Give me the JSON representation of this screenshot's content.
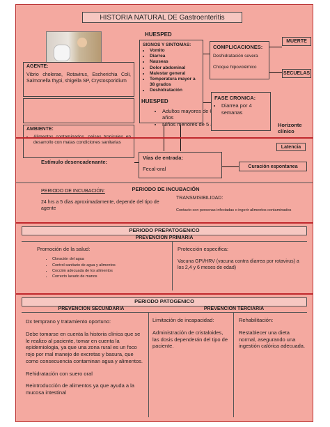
{
  "title": "HISTORIA NATURAL DE Gastroenteritis",
  "huesped_label": "HUESPED",
  "signos": {
    "heading": "SIGNOS Y SINTOMAS:",
    "items": [
      "Vomito",
      "Diarrea",
      "Nauseas",
      "Dolor abdominal",
      "Malestar general",
      "Temperatura mayor a 38 grados",
      "Deshidratación"
    ]
  },
  "huesped_overlap": "HUESPED",
  "huesped_detail": [
    "Adultos mayores de 60 años",
    "Niños menores de 5 años"
  ],
  "complicaciones": {
    "heading": "COMPLICACIONES:",
    "items": [
      "Deshidratación severa",
      "Choque hipovolémico"
    ]
  },
  "muerte": "MUERTE",
  "secuelas": "SECUELAS",
  "fase_cronica": {
    "heading": "FASE CRONICA:",
    "item": "Diarrea por 4 semanas"
  },
  "horizonte": "Horizonte clínico",
  "latencia": "Latencia",
  "agente": {
    "heading": "AGENTE:",
    "text": "Vibrio cholerae, Rotavirus, Escherichia Coli, Salmonella thypi, shigella SP, Crystosporidium"
  },
  "ambiente": {
    "heading": "AMBIENTE:",
    "item": "Alimentos contaminados, países tropicales en desarrollo con malas condiciones sanitarias"
  },
  "estimulo": "Estímulo desencadenante:",
  "via": {
    "heading": "Vías de entrada:",
    "value": "Fecal-oral"
  },
  "curacion": "Curación espontanea",
  "periodo_incubacion_label": "PERIODO DE INCUBACIÓN:",
  "periodo_incubacion_bar": "PERIODO DE INCUBACIÓN",
  "incubacion_text": "24 hrs a 5 días aproximadamente, depende del tipo de agente",
  "transmisibilidad": {
    "heading": "TRANSMISIBILIDAD:",
    "text": "Contacto con personas infectadas o ingerir alimentos contaminados"
  },
  "prepatogenico": "PERIODO PREPATOGENICO",
  "prevencion_primaria": "PREVENCION PRIMARIA",
  "promocion": {
    "heading": "Promoción de la salud:",
    "items": [
      "Cloración del agua",
      "Control sanitario de agua y alimentos",
      "Cocción adecuada de los alimentos",
      "Correcto lavado de manos"
    ]
  },
  "proteccion": {
    "heading": "Protección especifica:",
    "text": "Vacuna GPI/HRV (vacuna contra diarrea por rotavirus) a los 2,4 y 6 meses de edad)"
  },
  "patogenico": "PERIODO PATOGENICO",
  "prevencion_secundaria": "PREVENCION SECUNDARIA",
  "prevencion_terciaria": "PREVENCION TERCIARIA",
  "secundaria": {
    "heading": "Dx temprano y tratamiento oportuno:",
    "p1": "Debe tomarse en cuenta la historia clínica que se le realizo al paciente, tomar en cuenta la epidemiologia, ya que una zona rural es un foco rojo por mal manejo de excretas y basura, que como consecuencia contaminan agua y alimentos.",
    "p2": "Rehidratación con suero oral",
    "p3": "Reintroducción de alimentos ya que ayuda a la mucosa intestinal"
  },
  "limitacion": {
    "heading": "Limitación de incapacidad:",
    "text": "Administración de cristaloides, las dosis dependerán del tipo de paciente."
  },
  "rehabilitacion": {
    "heading": "Rehabilitación:",
    "text": "Restablecer una dieta normal, asegurando una ingestión calórica adecuada."
  }
}
